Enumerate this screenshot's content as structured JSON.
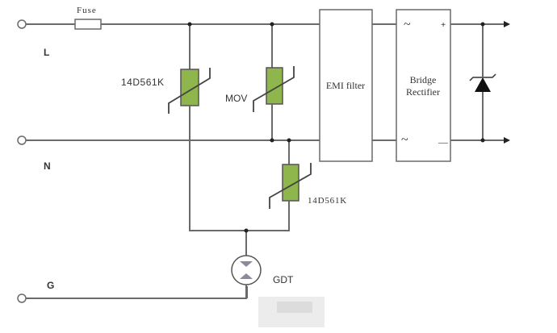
{
  "diagram": {
    "title": "Surge protection circuit with MOV and GDT",
    "terminals": {
      "line": "L",
      "neutral": "N",
      "ground": "G"
    },
    "components": {
      "fuse": "Fuse",
      "mov_left": "14D561K",
      "mov_center": "MOV",
      "mov_lower": "14D561K",
      "gdt": "GDT",
      "emi_filter": "EMI filter",
      "bridge_line1": "Bridge",
      "bridge_line2": "Rectifier",
      "bridge_ac_top": "~",
      "bridge_ac_bottom": "~",
      "bridge_plus": "+",
      "bridge_minus": "—"
    },
    "colors": {
      "mov_fill": "#8fb54d",
      "wire": "#6a6a6a",
      "gdt_triangle": "#8a8a9a",
      "tvs_diode": "#111111"
    }
  }
}
